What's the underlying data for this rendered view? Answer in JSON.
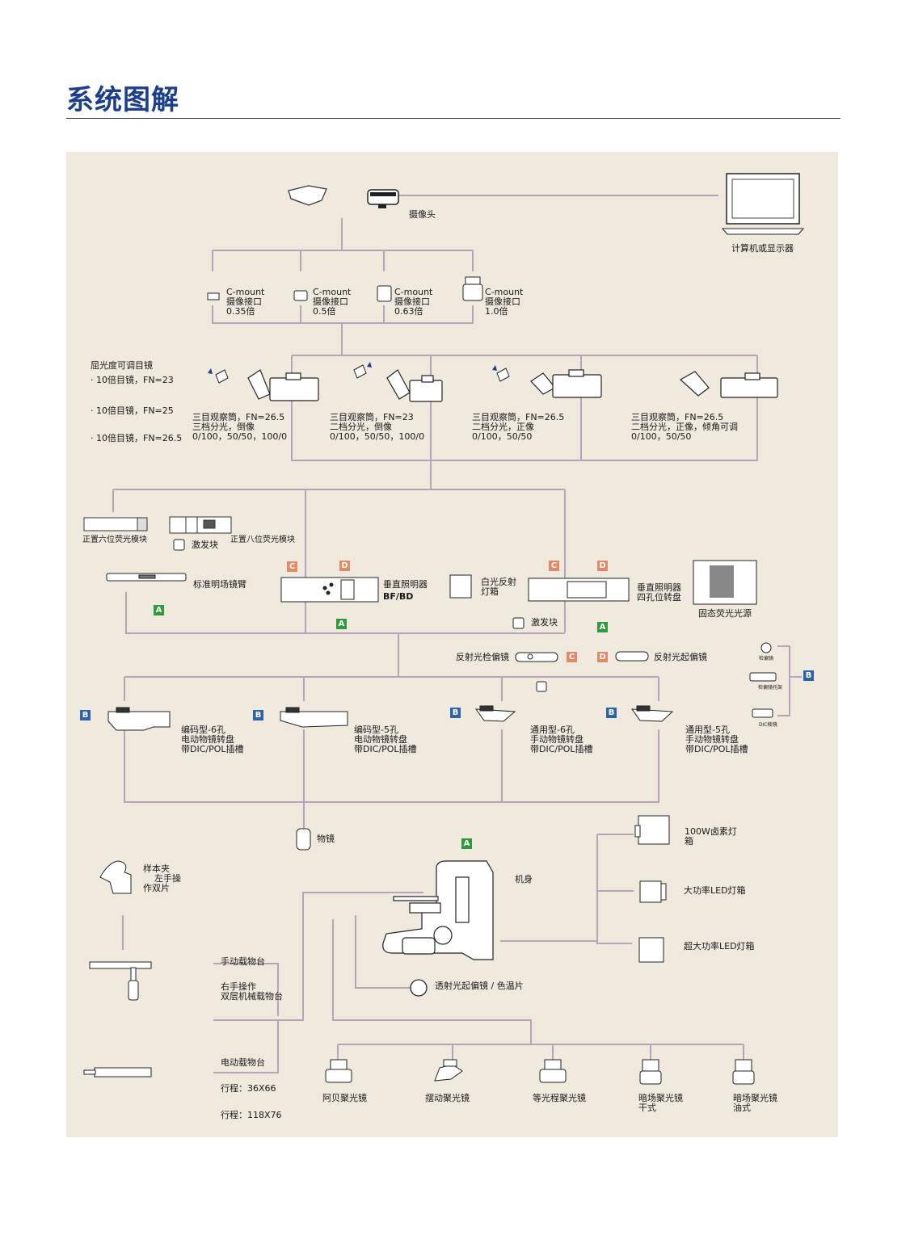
{
  "page": {
    "title": "系统图解"
  },
  "labels": {
    "camera": "摄像头",
    "computer": "计算机或显示器",
    "cmount_035": "C-mount\n摄像接口\n0.35倍",
    "cmount_05": "C-mount\n摄像接口\n0.5倍",
    "cmount_063": "C-mount\n摄像接口\n0.63倍",
    "cmount_10": "C-mount\n摄像接口\n1.0倍",
    "eyepiece_title": "屈光度可调目镜",
    "eyepiece_1": "· 10倍目镜，FN=23",
    "eyepiece_2": "· 10倍目镜，FN=25",
    "eyepiece_3": "· 10倍目镜，FN=26.5",
    "tube_1": "三目观察筒，FN=26.5\n三档分光，倒像\n0/100，50/50，100/0",
    "tube_2": "三目观察筒，FN=23\n二档分光，倒像\n0/100，50/50，100/0",
    "tube_3": "三目观察筒，FN=26.5\n二档分光，正像\n0/100，50/50",
    "tube_4": "三目观察筒，FN=26.5\n二档分光，正像，倾角可调\n0/100，50/50",
    "fluor6": "正置六位荧光模块",
    "fluor8": "正置八位荧光模块",
    "exciter_1": "激发块",
    "bf_arm": "标准明场镜臂",
    "vert_illum_1": "垂直照明器",
    "vert_illum_1b": "BF/BD",
    "white_lamp": "白光反射\n灯箱",
    "vert_illum_2": "垂直照明器\n四孔位转盘",
    "exciter_2": "激发块",
    "solid_source": "固态荧光光源",
    "refl_analyzer": "反射光检偏镜",
    "refl_polarizer": "反射光起偏镜",
    "analyzer_s": "检偏镜",
    "analyzer_holder_s": "检偏镜托架",
    "dic_prism_s": "DIC棱镜",
    "nose_1": "编码型-6孔\n电动物镜转盘\n带DIC/POL插槽",
    "nose_2": "编码型-5孔\n电动物镜转盘\n带DIC/POL插槽",
    "nose_3": "通用型-6孔\n手动物镜转盘\n带DIC/POL插槽",
    "nose_4": "通用型-5孔\n手动物镜转盘\n带DIC/POL插槽",
    "objective": "物镜",
    "holder": "样本夹\n    左手操\n作双片",
    "body": "机身",
    "halogen": "100W卤素灯\n箱",
    "led_hi": "大功率LED灯箱",
    "led_ultra": "超大功率LED灯箱",
    "manual_stage": "手动载物台",
    "right_stage": "右手操作\n双层机械载物台",
    "trans_pol": "透射光起偏镜 / 色温片",
    "motor_stage": "电动载物台",
    "travel_1": "行程：36X66",
    "travel_2": "行程：118X76",
    "cond_abbe": "阿贝聚光镜",
    "cond_swing": "摆动聚光镜",
    "cond_iso": "等光程聚光镜",
    "cond_dark_dry": "暗场聚光镜\n干式",
    "cond_dark_oil": "暗场聚光镜\n油式"
  },
  "badges": {
    "A": "A",
    "B": "B",
    "C": "C",
    "D": "D"
  },
  "colors": {
    "title": "#1c3f8c",
    "panel": "#efe9de",
    "line": "#b9a3b8",
    "badge_a": "#2f9a3c",
    "badge_b": "#2e63a8",
    "badge_cd": "#e08a6a"
  }
}
